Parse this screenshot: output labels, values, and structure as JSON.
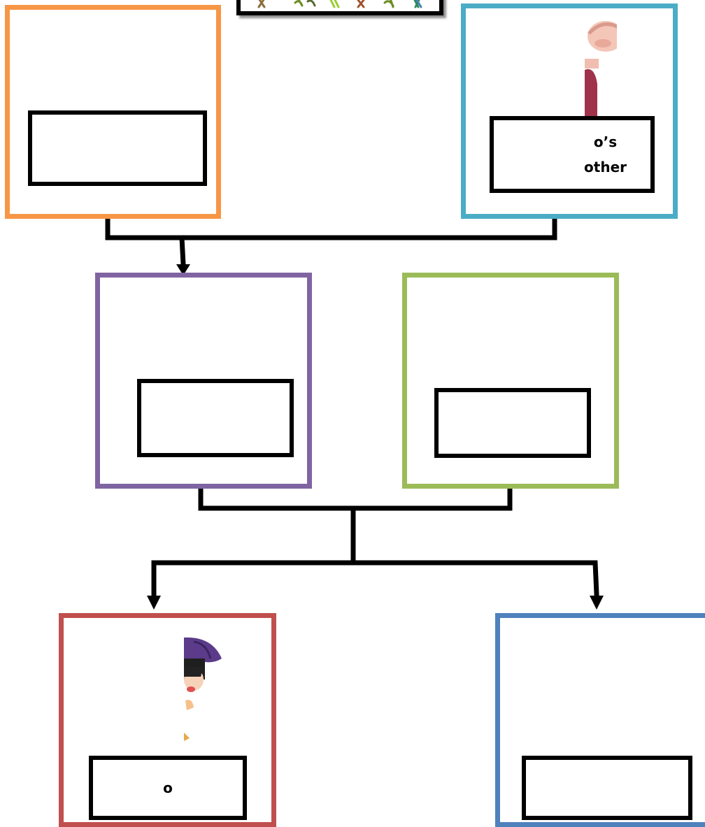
{
  "colors": {
    "frame_grandfather": "#f79646",
    "frame_grandmother": "#4bacc6",
    "frame_father": "#8064a2",
    "frame_mother": "#9bbb59",
    "frame_child": "#c0504d",
    "frame_sibling": "#4f81bd",
    "line": "#000000"
  },
  "banner": {
    "icon": "family-figures-banner"
  },
  "members": {
    "top_left": {
      "label": ""
    },
    "top_right": {
      "label": "o’s\nother",
      "icon": "grandmother-portrait"
    },
    "middle_left": {
      "label": ""
    },
    "middle_right": {
      "label": ""
    },
    "bottom_left": {
      "label": "o",
      "icon": "girl-with-purple-hat-portrait"
    },
    "bottom_right": {
      "label": ""
    }
  }
}
